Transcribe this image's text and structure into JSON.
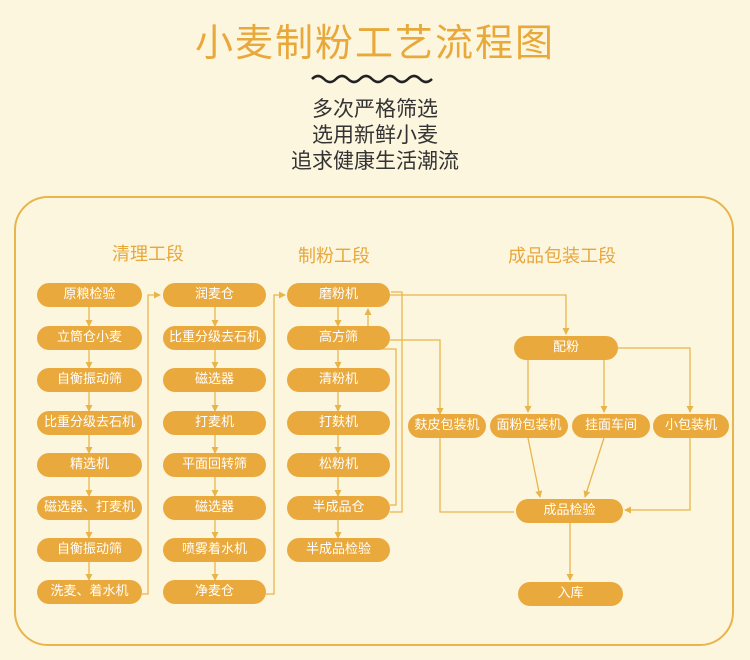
{
  "title": "小麦制粉工艺流程图",
  "slogans": [
    "多次严格筛选",
    "选用新鲜小麦",
    "追求健康生活潮流"
  ],
  "sections": {
    "cleaning": "清理工段",
    "milling": "制粉工段",
    "packing": "成品包装工段"
  },
  "nodes": {
    "c1": [
      "原粮检验",
      "立筒仓小麦",
      "自衡振动筛",
      "比重分级去石机",
      "精选机",
      "磁选器、打麦机",
      "自衡振动筛",
      "洗麦、着水机"
    ],
    "c2": [
      "润麦仓",
      "比重分级去石机",
      "磁选器",
      "打麦机",
      "平面回转筛",
      "磁选器",
      "喷雾着水机",
      "净麦仓"
    ],
    "c3": [
      "磨粉机",
      "高方筛",
      "清粉机",
      "打麸机",
      "松粉机",
      "半成品仓",
      "半成品检验"
    ],
    "packing": {
      "blend": "配粉",
      "bran_pack": "麸皮包装机",
      "flour_pack": "面粉包装机",
      "noodle_shop": "挂面车间",
      "small_pack": "小包装机",
      "final_check": "成品检验",
      "storage": "入库"
    }
  },
  "colors": {
    "background": "#fdf6df",
    "accent": "#e9a93c",
    "title": "#e8a93a",
    "line": "#e8b54b"
  }
}
